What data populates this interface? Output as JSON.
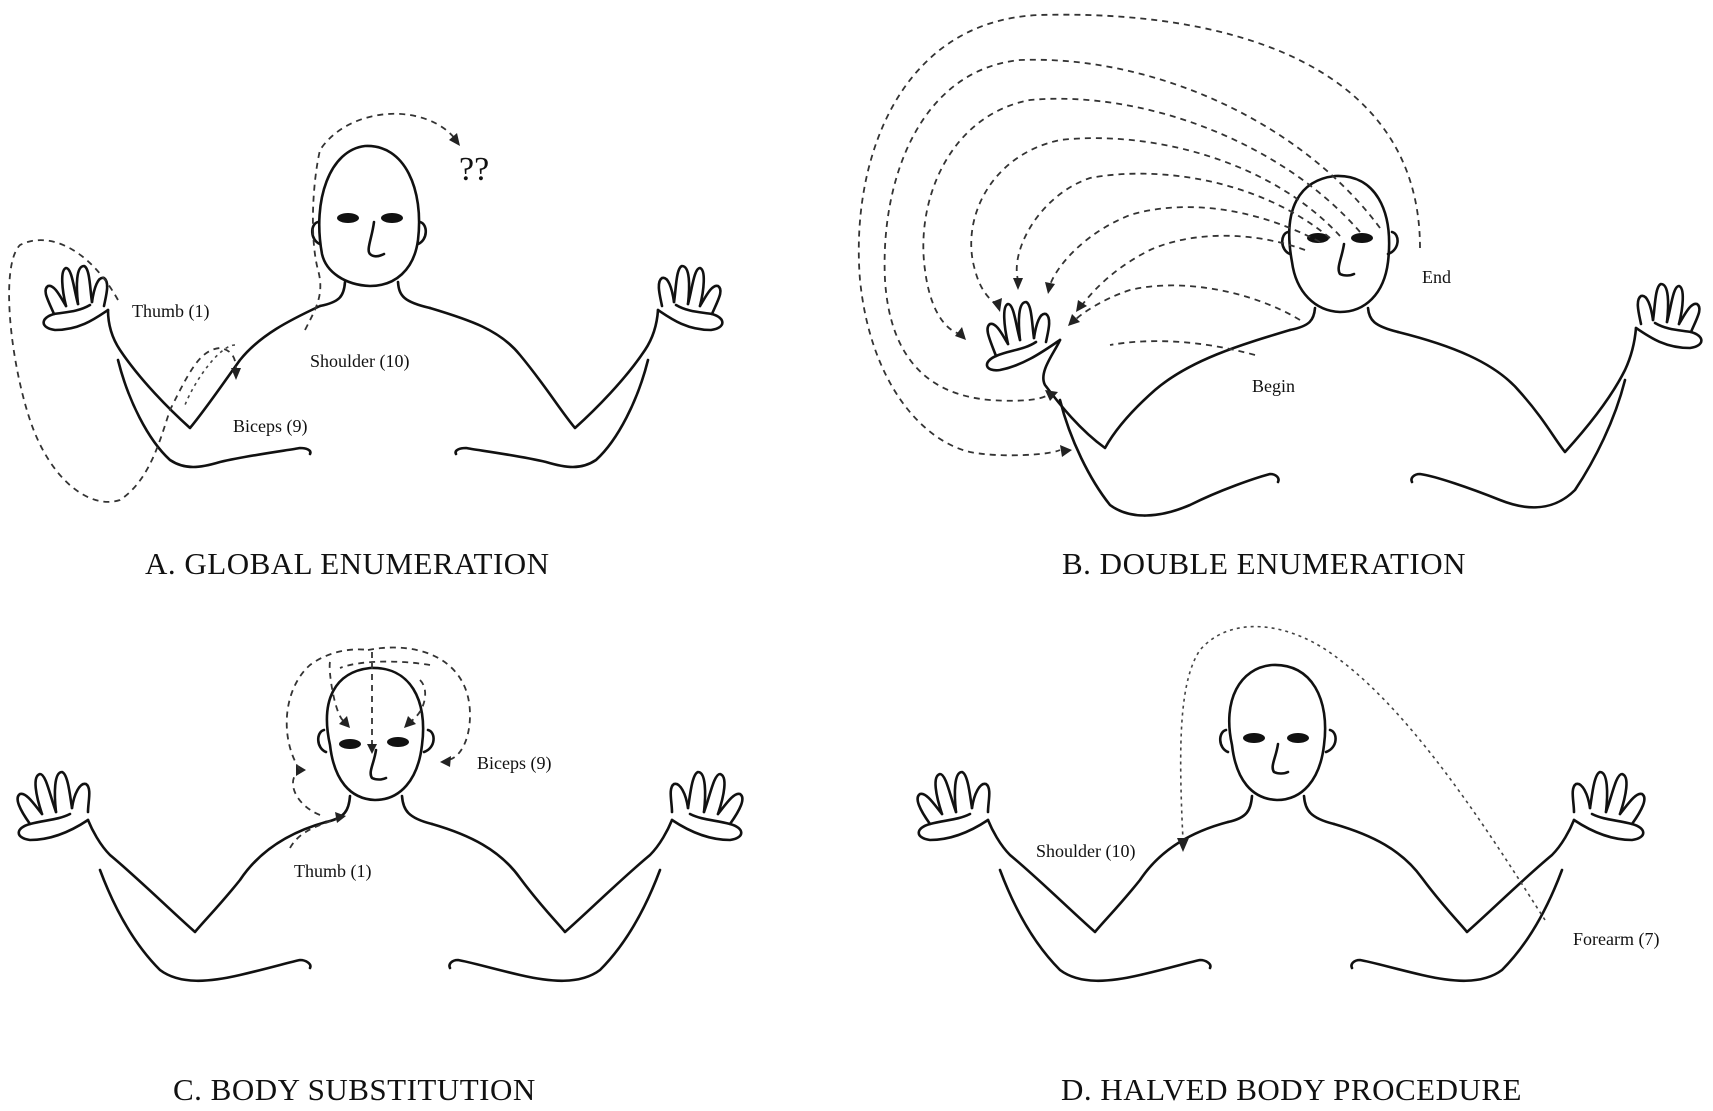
{
  "panels": {
    "a": {
      "caption": "A. GLOBAL ENUMERATION",
      "labels": {
        "thumb": "Thumb (1)",
        "shoulder": "Shoulder (10)",
        "biceps": "Biceps (9)",
        "question": "??"
      }
    },
    "b": {
      "caption": "B.  DOUBLE ENUMERATION",
      "labels": {
        "end": "End",
        "begin": "Begin"
      }
    },
    "c": {
      "caption": "C.  BODY SUBSTITUTION",
      "labels": {
        "biceps": "Biceps (9)",
        "thumb": "Thumb (1)"
      }
    },
    "d": {
      "caption": "D. HALVED BODY PROCEDURE",
      "labels": {
        "shoulder": "Shoulder (10)",
        "forearm": "Forearm (7)"
      }
    }
  }
}
